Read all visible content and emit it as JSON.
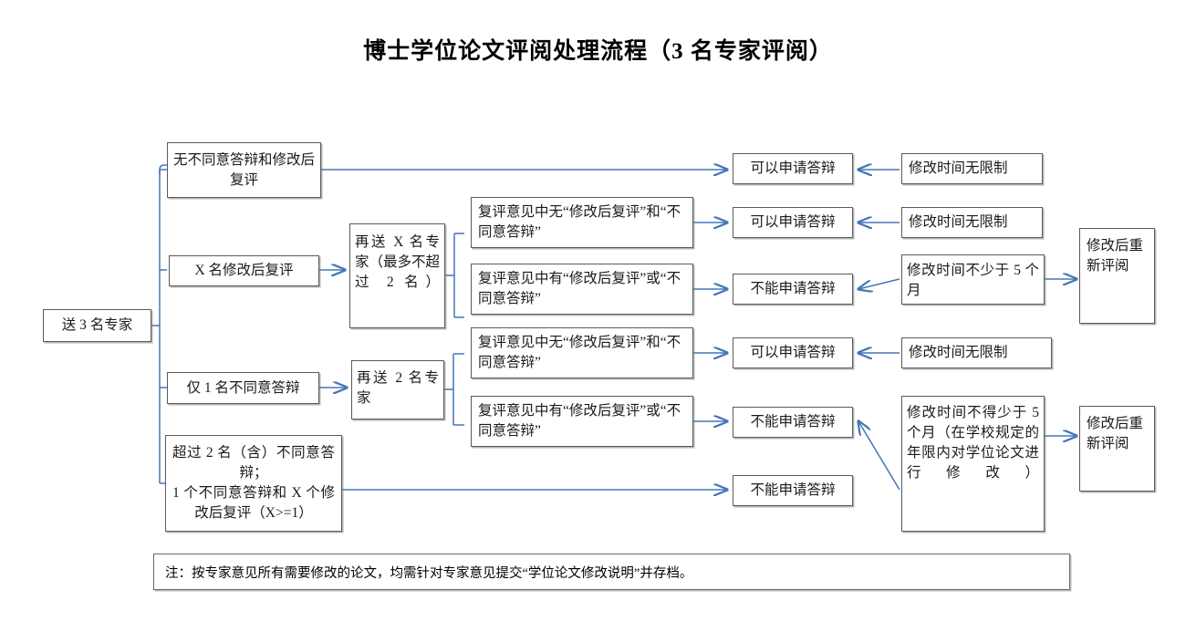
{
  "page": {
    "title": "博士学位论文评阅处理流程（3 名专家评阅）"
  },
  "nodes": {
    "start": "送 3 名专家",
    "branch_none": "无不同意答辩和修改后复评",
    "branch_x_revise": "X 名修改后复评",
    "branch_one_disagree": "仅 1 名不同意答辩",
    "branch_two_or_more": "超过 2 名（含）不同意答辩；\n1 个不同意答辩和 X 个修改后复评（X>=1）",
    "branch_two_or_more_line1": "超过 2 名（含）不同意答",
    "branch_two_or_more_line2": "辩；",
    "branch_two_or_more_line3": "1 个不同意答辩和 X 个修",
    "branch_two_or_more_line4": "改后复评（X>=1）",
    "resend_x": "再送 X 名专家（最多不超过 2 名）",
    "resend_two": "再送 2 名专家",
    "review_no_1": "复评意见中无“修改后复评”和“不同意答辩”",
    "review_yes_1": "复评意见中有“修改后复评”或“不同意答辩”",
    "review_no_2": "复评意见中无“修改后复评”和“不同意答辩”",
    "review_yes_2": "复评意见中有“修改后复评”或“不同意答辩”",
    "can_apply_1": "可以申请答辩",
    "can_apply_2": "可以申请答辩",
    "cannot_apply_1": "不能申请答辩",
    "can_apply_3": "可以申请答辩",
    "cannot_apply_2": "不能申请答辩",
    "cannot_apply_3": "不能申请答辩",
    "time_unlimited_1": "修改时间无限制",
    "time_unlimited_2": "修改时间无限制",
    "time_min_five": "修改时间不少于 5 个月",
    "time_unlimited_3": "修改时间无限制",
    "time_min_five_long": "修改时间不得少于 5 个月（在学校规定的年限内对学位论文进行修改）",
    "rereview_1": "修改后重新评阅",
    "rereview_2": "修改后重新评阅"
  },
  "footer": {
    "note": "注：按专家意见所有需要修改的论文，均需针对专家意见提交“学位论文修改说明”并存档。"
  },
  "colors": {
    "connector": "#4576b5",
    "box_border": "#5b5b5b",
    "text": "#1a1a1a",
    "background": "#ffffff"
  }
}
